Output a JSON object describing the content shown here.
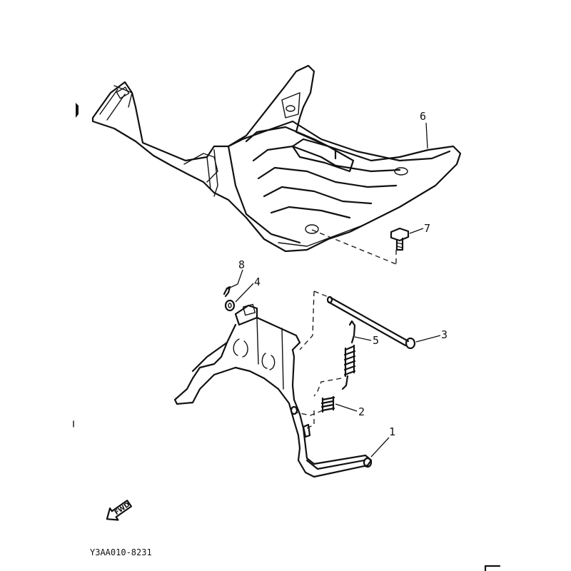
{
  "callouts": [
    {
      "id": 1,
      "label": "1"
    },
    {
      "id": 2,
      "label": "2"
    },
    {
      "id": 3,
      "label": "3"
    },
    {
      "id": 4,
      "label": "4"
    },
    {
      "id": 5,
      "label": "5"
    },
    {
      "id": 6,
      "label": "6"
    },
    {
      "id": 7,
      "label": "7"
    },
    {
      "id": 8,
      "label": "8"
    }
  ],
  "direction_arrow": {
    "label": "FWD",
    "icon": "forward-arrow-icon"
  },
  "diagram_code": "Y3AA010-8231"
}
